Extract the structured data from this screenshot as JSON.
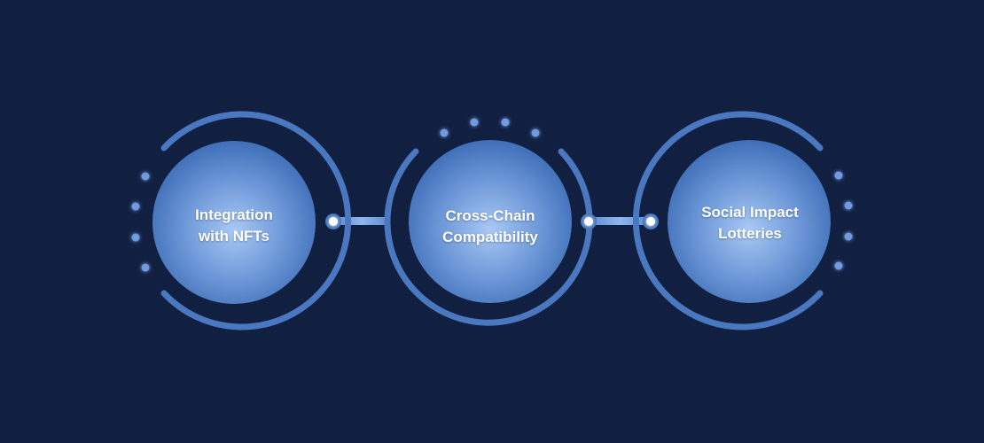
{
  "diagram": {
    "nodes": [
      {
        "id": "nfts",
        "lines": [
          "Integration",
          "with NFTs"
        ]
      },
      {
        "id": "cross-chain",
        "lines": [
          "Cross-Chain",
          "Compatibility"
        ]
      },
      {
        "id": "social",
        "lines": [
          "Social Impact",
          "Lotteries"
        ]
      }
    ]
  },
  "colors": {
    "background": "#111f40",
    "ring": "#4a78c0",
    "connector": "#5b8ad0",
    "dot": "#6f9be0",
    "node_center": "#a9c9f5",
    "node_edge": "#3f6fb8",
    "text": "#ffffff"
  }
}
